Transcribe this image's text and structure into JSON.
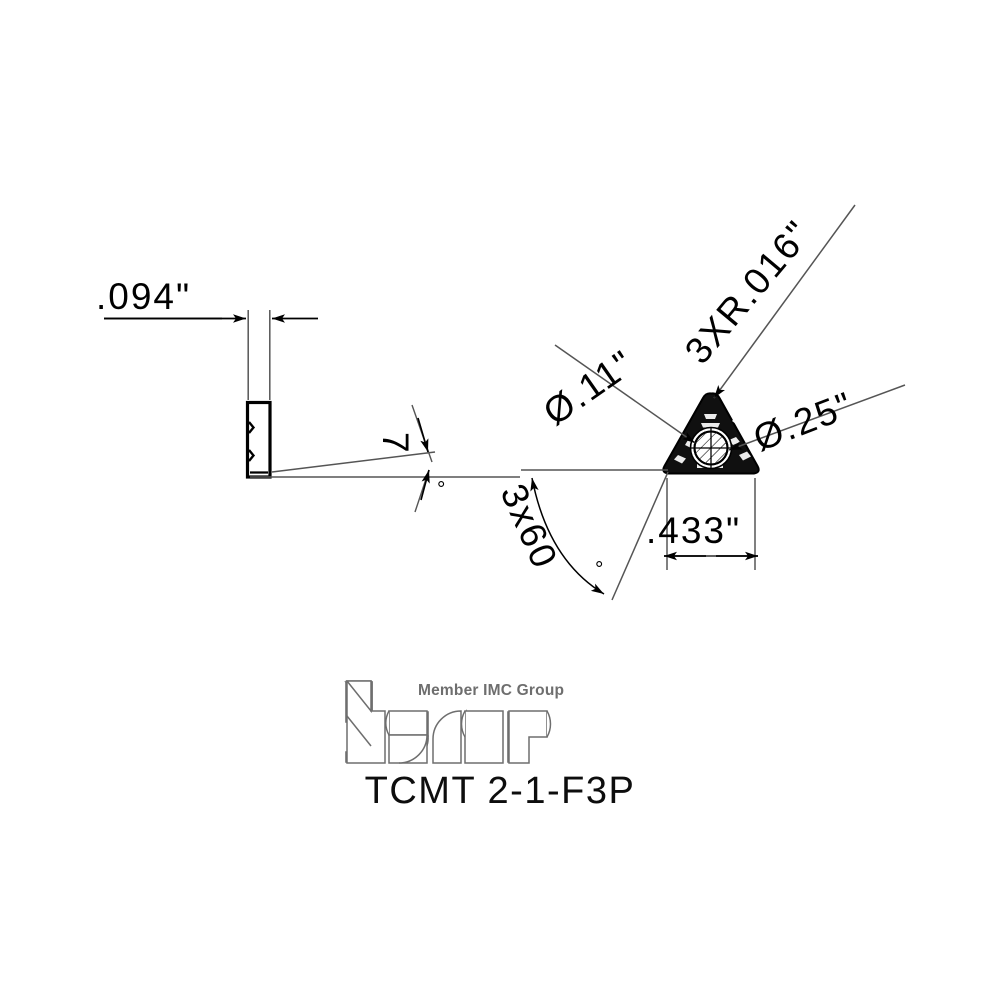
{
  "drawing": {
    "title": "TCMT 2-1-F3P turning insert technical drawing",
    "part_number": "TCMT  2-1-F3P",
    "line_color": "#000000",
    "fill_color": "#000000",
    "leader_color": "#3a3a3a",
    "logo_outline_color": "#6e6e6e"
  },
  "side_view": {
    "name": "side-view-of-insert",
    "thickness_dimension": {
      "value": ".094",
      "unit": "\"",
      "label": ".094\""
    },
    "clearance_angle": {
      "value": "7",
      "unit": "°",
      "label": "7"
    }
  },
  "top_view": {
    "name": "top-view-of-triangular-insert",
    "corner_radius": {
      "value": "3XR.016",
      "unit": "\"",
      "label": "3XR.016\""
    },
    "hole_diameter_small": {
      "value": "Ø.11",
      "unit": "\"",
      "label": "Ø.11\""
    },
    "hole_diameter_large": {
      "value": "Ø.25",
      "unit": "\"",
      "label": "Ø.25\""
    },
    "corner_angle": {
      "value": "3x60",
      "unit": "°",
      "label": "3x60"
    },
    "inscribed_circle": {
      "value": ".433",
      "unit": "\"",
      "label": ".433\""
    }
  },
  "logo": {
    "name": "iscar-logo",
    "brand": "ISCAR",
    "tagline": "Member IMC Group"
  },
  "symbols": {
    "degree": "°",
    "inch": "\"",
    "diameter": "Ø"
  }
}
